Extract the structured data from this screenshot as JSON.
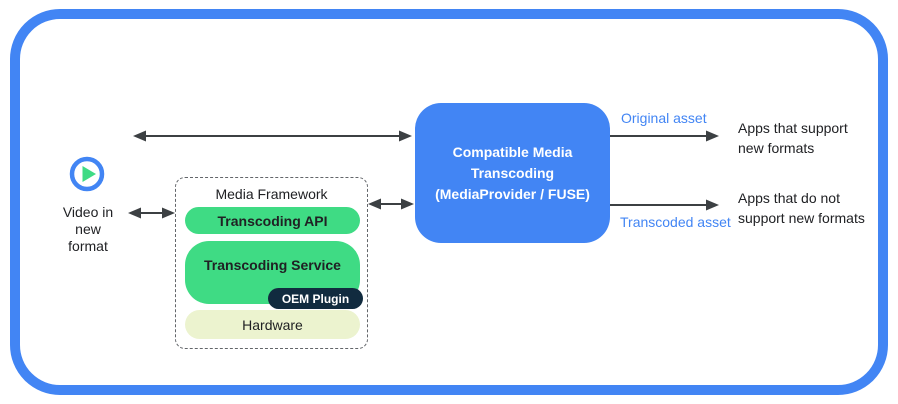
{
  "colors": {
    "accent-blue": "#4285F4",
    "pill-green": "#3FDB84",
    "oem-navy": "#112B3F",
    "hardware-pale": "#ECF3CF",
    "arrow-gray": "#3C4043",
    "text-dark": "#202124"
  },
  "video_input": {
    "icon": "play-icon",
    "label": "Video in\nnew\nformat"
  },
  "media_framework": {
    "title": "Media Framework",
    "layers": {
      "api": "Transcoding API",
      "service": "Transcoding Service",
      "oem_plugin": "OEM Plugin",
      "hardware": "Hardware"
    }
  },
  "transcoding_box": {
    "label": "Compatible Media\nTranscoding\n(MediaProvider / FUSE)"
  },
  "outputs": {
    "original": {
      "label": "Original asset",
      "target": "Apps that support\nnew formats"
    },
    "transcoded": {
      "label": "Transcoded asset",
      "target": "Apps that do not\nsupport new formats"
    }
  }
}
